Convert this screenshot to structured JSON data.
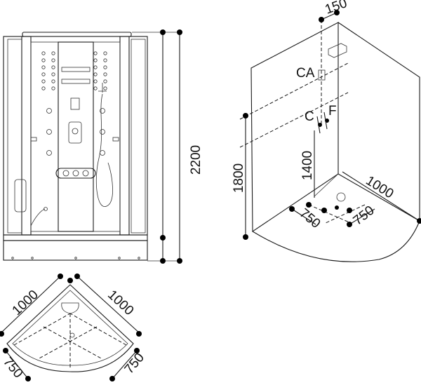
{
  "front_view": {
    "height_label": "2200"
  },
  "plan_view": {
    "side_left": "1000",
    "side_right": "1000",
    "radius_left": "750",
    "radius_right": "750"
  },
  "iso_view": {
    "top_offset": "150",
    "label_ca": "CA",
    "label_c": "C",
    "label_f": "F",
    "height_wall": "1800",
    "height_inner": "1400",
    "side_length": "1000",
    "radius_left": "750",
    "radius_right": "750"
  }
}
